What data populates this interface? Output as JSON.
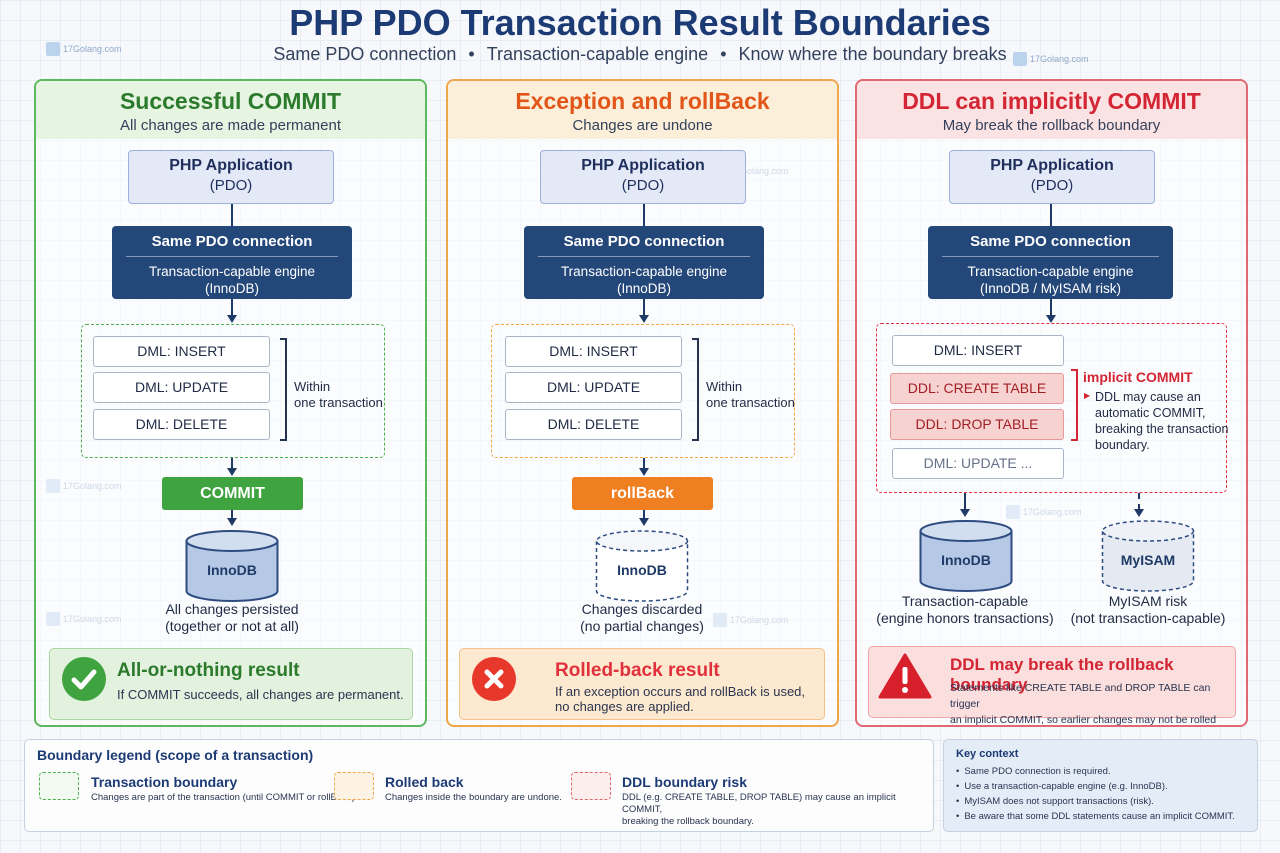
{
  "header": {
    "title": "PHP PDO Transaction Result Boundaries",
    "subtitle_parts": [
      "Same PDO connection",
      "Transaction-capable engine",
      "Know where the boundary breaks"
    ]
  },
  "watermark": "17Golang.com",
  "panels": [
    {
      "title": "Successful COMMIT",
      "subtitle": "All changes are made permanent",
      "app_line1": "PHP Application",
      "app_line2": "(PDO)",
      "conn_line1": "Same PDO connection",
      "conn_line2": "Transaction-capable engine",
      "conn_line3": "(InnoDB)",
      "dml": [
        "DML: INSERT",
        "DML: UPDATE",
        "DML: DELETE"
      ],
      "within_line1": "Within",
      "within_line2": "one transaction",
      "action": "COMMIT",
      "db_label": "InnoDB",
      "caption_line1": "All changes persisted",
      "caption_line2": "(together or not at all)",
      "result_title": "All-or-nothing result",
      "result_line1": "If COMMIT succeeds, all changes are permanent.",
      "result_line2": ""
    },
    {
      "title": "Exception and rollBack",
      "subtitle": "Changes are undone",
      "app_line1": "PHP Application",
      "app_line2": "(PDO)",
      "conn_line1": "Same PDO connection",
      "conn_line2": "Transaction-capable engine",
      "conn_line3": "(InnoDB)",
      "dml": [
        "DML: INSERT",
        "DML: UPDATE",
        "DML: DELETE"
      ],
      "within_line1": "Within",
      "within_line2": "one transaction",
      "action": "rollBack",
      "db_label": "InnoDB",
      "caption_line1": "Changes discarded",
      "caption_line2": "(no partial changes)",
      "result_title": "Rolled-back result",
      "result_line1": "If an exception occurs and rollBack is used,",
      "result_line2": "no changes are applied."
    },
    {
      "title": "DDL can implicitly COMMIT",
      "subtitle": "May break the rollback boundary",
      "app_line1": "PHP Application",
      "app_line2": "(PDO)",
      "conn_line1": "Same PDO connection",
      "conn_line2": "Transaction-capable engine",
      "conn_line3": "(InnoDB / MyISAM risk)",
      "dml": [
        "DML: INSERT",
        "DDL: CREATE TABLE",
        "DDL: DROP TABLE",
        "DML: UPDATE ..."
      ],
      "implicit_title": "implicit COMMIT",
      "implicit_lines": [
        "DDL may cause an",
        "automatic COMMIT,",
        "breaking the transaction",
        "boundary."
      ],
      "db1_label": "InnoDB",
      "db2_label": "MyISAM",
      "db1_caption_line1": "Transaction-capable",
      "db1_caption_line2": "(engine honors transactions)",
      "db2_caption_line1": "MyISAM risk",
      "db2_caption_line2": "(not transaction-capable)",
      "result_title": "DDL may break the rollback boundary",
      "result_line1": "Statements like CREATE TABLE and DROP TABLE can trigger",
      "result_line2": "an implicit COMMIT, so earlier changes may not be rolled back."
    }
  ],
  "legend": {
    "title": "Boundary legend (scope of a transaction)",
    "items": [
      {
        "name": "Transaction boundary",
        "desc_line1": "Changes are part of the transaction (until COMMIT or rollBack).",
        "desc_line2": "",
        "color": "#4cae4c"
      },
      {
        "name": "Rolled back",
        "desc_line1": "Changes inside the boundary are undone.",
        "desc_line2": "",
        "color": "#f0a64b"
      },
      {
        "name": "DDL boundary risk",
        "desc_line1": "DDL (e.g. CREATE TABLE, DROP TABLE) may cause an implicit COMMIT,",
        "desc_line2": "breaking the rollback boundary.",
        "color": "#e06870"
      }
    ]
  },
  "key_context": {
    "title": "Key context",
    "items": [
      "Same PDO connection is required.",
      "Use a transaction-capable engine (e.g. InnoDB).",
      "MyISAM does not support transactions (risk).",
      "Be aware that some DDL statements cause an implicit COMMIT."
    ]
  },
  "colors": {
    "green": "#4cae4c",
    "orange": "#f07f22",
    "red": "#e0303c",
    "navy": "#24477a"
  }
}
